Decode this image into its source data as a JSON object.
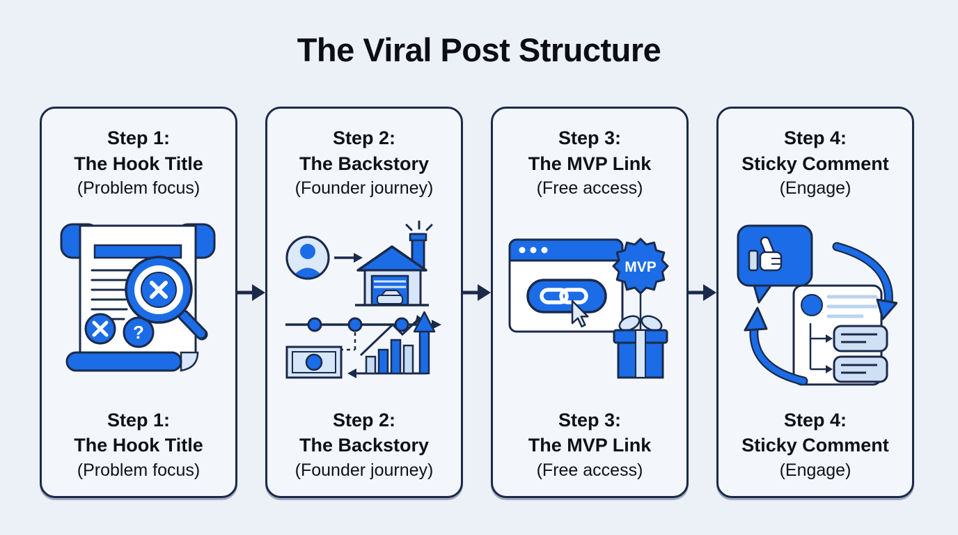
{
  "page": {
    "title": "The Viral Post Structure"
  },
  "colors": {
    "primary_blue": "#1b6ce6",
    "light_blue": "#d7e6f8",
    "pale_line_blue": "#bad3f0",
    "navy_outline": "#1b2a4a",
    "card_background": "#f3f7fc",
    "page_background": "#ecf0f7",
    "text_black": "#0e1116"
  },
  "steps": [
    {
      "step_label": "Step 1:",
      "title": "The Hook Title",
      "subtitle": "(Problem focus)",
      "icon": "scroll-magnifier-icon"
    },
    {
      "step_label": "Step 2:",
      "title": "The Backstory",
      "subtitle": "(Founder journey)",
      "icon": "founder-journey-timeline-icon"
    },
    {
      "step_label": "Step 3:",
      "title": "The MVP Link",
      "subtitle": "(Free access)",
      "icon": "browser-link-gift-icon",
      "badge_label": "MVP"
    },
    {
      "step_label": "Step 4:",
      "title": "Sticky Comment",
      "subtitle": "(Engage)",
      "icon": "comment-replies-cycle-icon"
    }
  ],
  "icons": {
    "connector": "arrow-right-icon",
    "question_glyph": "?"
  }
}
